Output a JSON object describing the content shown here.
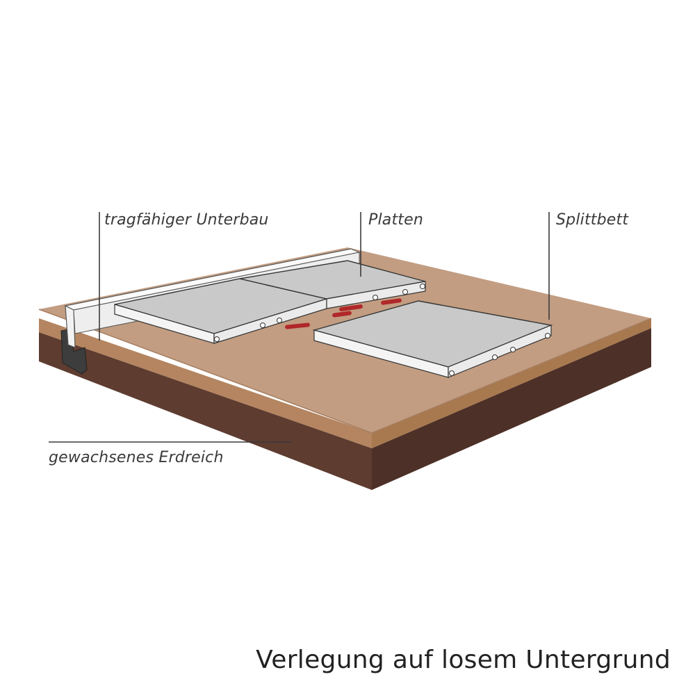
{
  "labels": {
    "unterbau": "tragfähiger Unterbau",
    "platten": "Platten",
    "splitt": "Splittbett",
    "erdreich": "gewachsenes Erdreich"
  },
  "caption": "Verlegung auf losem Untergrund",
  "colors": {
    "soil": "#5e3c30",
    "soil_dark": "#4a2e25",
    "base_layer": "#b88a63",
    "grit_bed": "#c29d82",
    "slab_top": "#c9c9c9",
    "slab_edge": "#f4f4f4",
    "edge_stone": "#f2f2f2",
    "support_block": "#3d3d3d",
    "spacer": "#b0282a",
    "leader_line": "#3a3a3a",
    "text": "#3a3a3a"
  }
}
